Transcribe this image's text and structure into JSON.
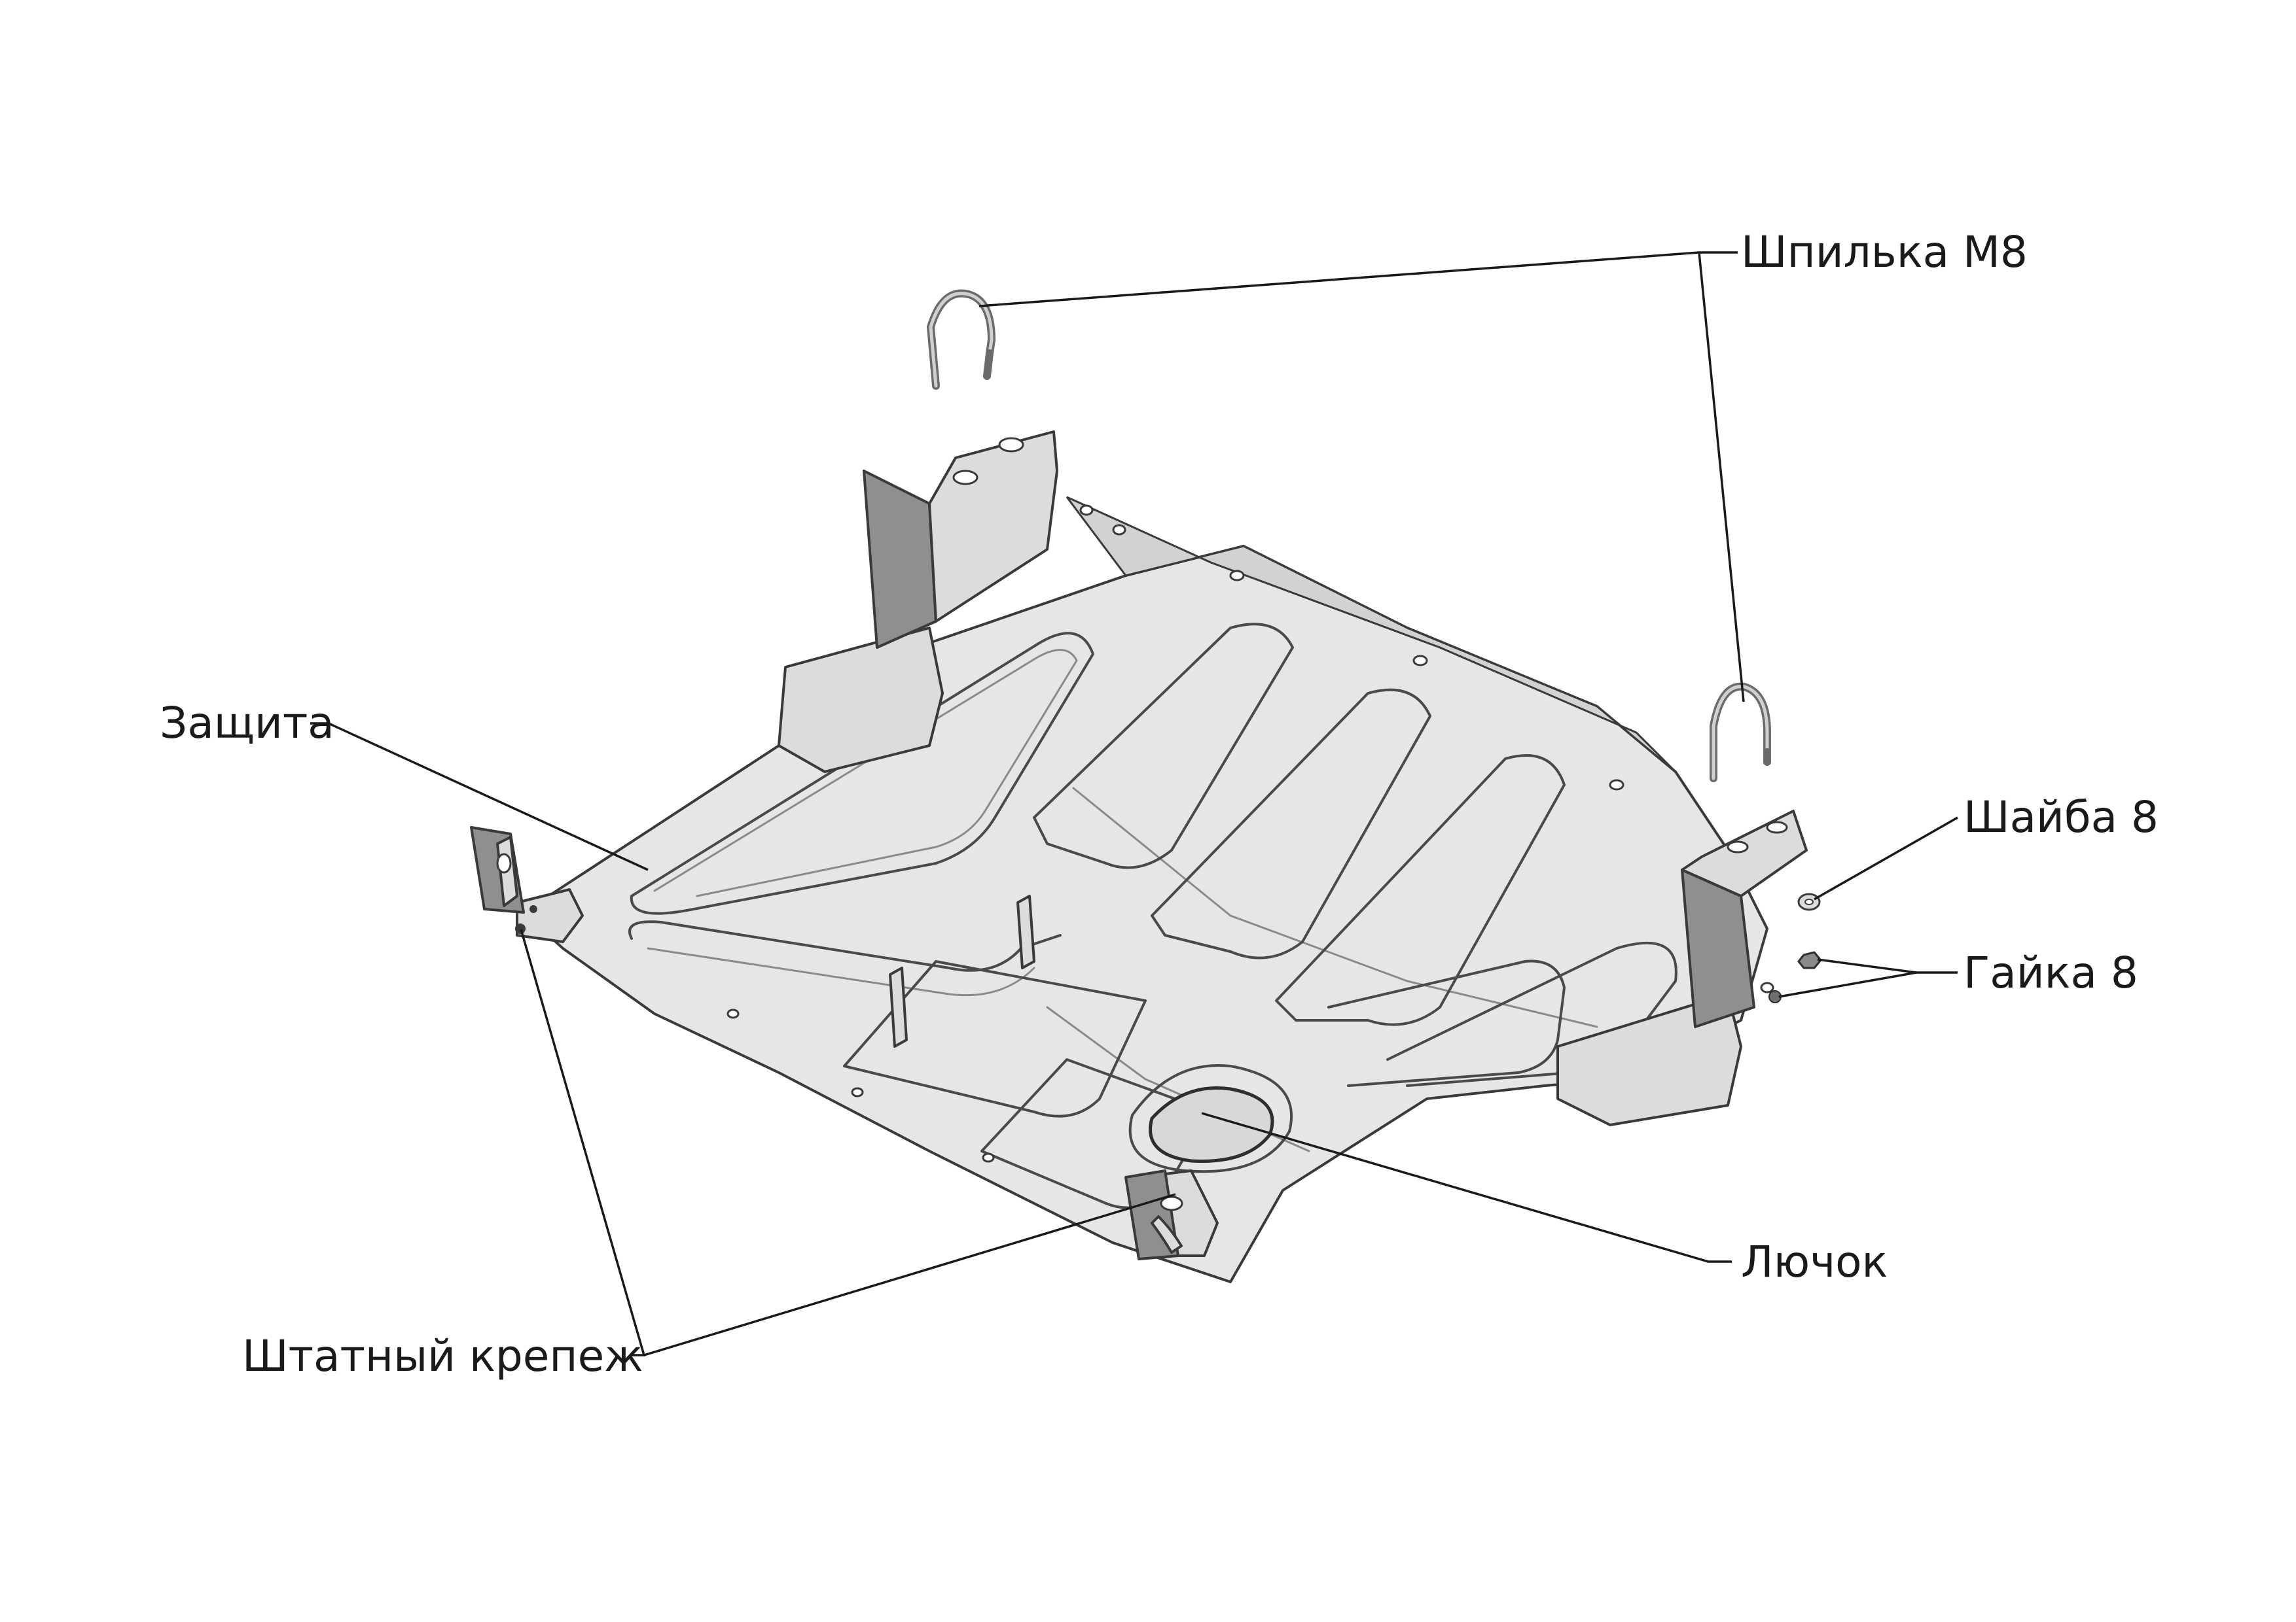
{
  "labels": {
    "stud": "Шпилька М8",
    "washer": "Шайба 8",
    "nut": "Гайка 8",
    "guard": "Защита",
    "hatch": "Лючок",
    "standard_fasteners": "Штатный крепеж"
  }
}
